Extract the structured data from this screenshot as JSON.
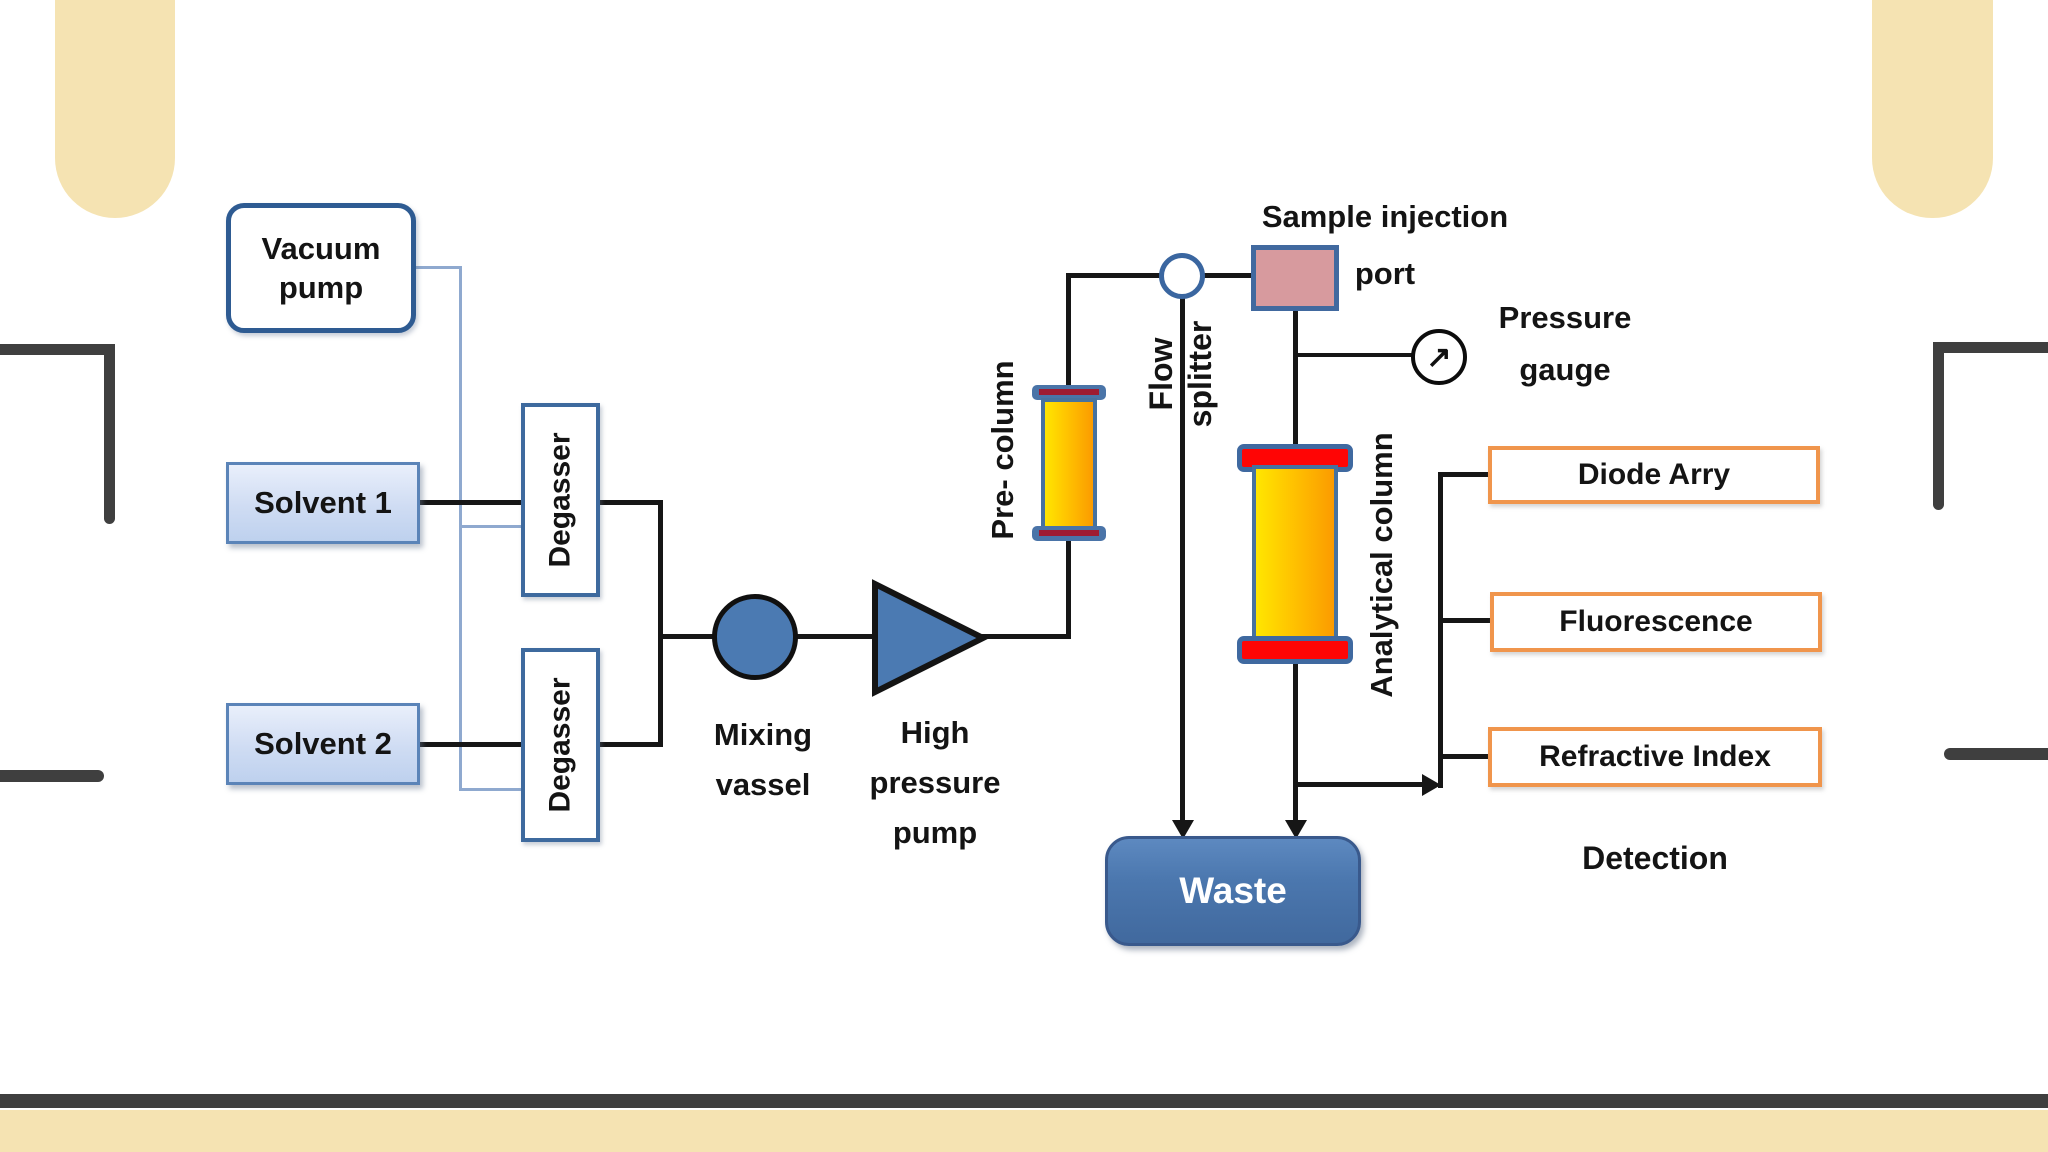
{
  "diagram": {
    "title_hint": "HPLC system flow diagram",
    "nodes": {
      "vacuum_pump": {
        "line1": "Vacuum",
        "line2": "pump"
      },
      "solvent1": {
        "label": "Solvent 1"
      },
      "solvent2": {
        "label": "Solvent 2"
      },
      "degasser1": {
        "label": "Degasser"
      },
      "degasser2": {
        "label": "Degasser"
      },
      "mixing_vessel": {
        "line1": "Mixing",
        "line2": "vassel"
      },
      "high_pressure_pump": {
        "line1": "High",
        "line2": "pressure",
        "line3": "pump"
      },
      "pre_column": {
        "label": "Pre- column"
      },
      "flow_splitter": {
        "line1": "Flow",
        "line2": "splitter"
      },
      "sample_injection_port": {
        "line1": "Sample injection",
        "line2": "port"
      },
      "pressure_gauge": {
        "line1": "Pressure",
        "line2": "gauge",
        "icon": "↗"
      },
      "analytical_column": {
        "label": "Analytical column"
      },
      "waste": {
        "label": "Waste"
      },
      "detection": {
        "label": "Detection"
      },
      "detectors": [
        {
          "label": "Diode Arry"
        },
        {
          "label": "Fluorescence"
        },
        {
          "label": "Refractive Index"
        }
      ]
    },
    "colors": {
      "node_blue": "#4b7ab2",
      "border_blue": "#2e5b92",
      "solvent_fill": "#cfdcf3",
      "column_yellow": "#ffe600",
      "column_orange": "#fb9b00",
      "analytical_cap_red": "#ff0505",
      "pre_cap_stripe": "#9e1b32",
      "port_pink": "#d79a9e",
      "detector_border_orange": "#f0954c",
      "waste_fill": "#4b77ae",
      "connector_black": "#161616",
      "vacuum_line_blue": "#8fa9cf",
      "decoration_wheat": "#f5e3b2",
      "decoration_gray": "#3f3f3f"
    }
  }
}
